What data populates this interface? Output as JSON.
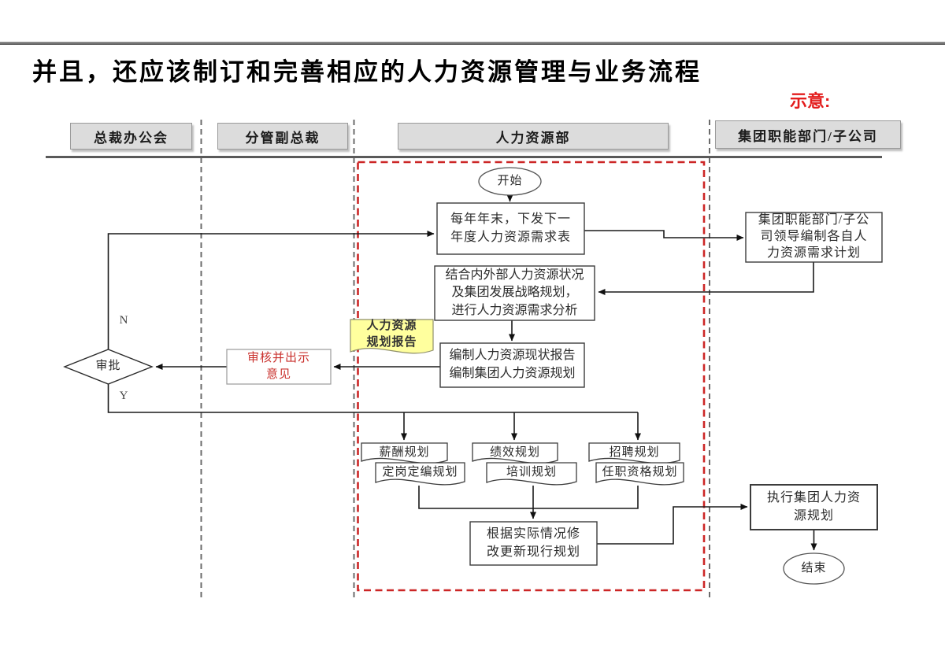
{
  "page": {
    "title": "并且，还应该制订和完善相应的人力资源管理与业务流程",
    "annotation": "示意:"
  },
  "lanes": [
    {
      "label": "总裁办公会"
    },
    {
      "label": "分管副总裁"
    },
    {
      "label": "人力资源部"
    },
    {
      "label": "集团职能部门/子公司"
    }
  ],
  "nodes": {
    "start": {
      "label": "开始",
      "shape": "oval"
    },
    "issue_demand_form": {
      "label": "每年年末，下发下一\n年度人力资源需求表",
      "shape": "rect"
    },
    "subsidiary_demand_plan": {
      "label": "集团职能部门/子公\n司领导编制各自人\n力资源需求计划",
      "shape": "rect"
    },
    "demand_analysis": {
      "label": "结合内外部人力资源状况\n及集团发展战略规划，\n进行人力资源需求分析",
      "shape": "rect"
    },
    "hr_plan_report_note": {
      "label": "人力资源\n规划报告",
      "shape": "document"
    },
    "compile_reports": {
      "label": "编制人力资源现状报告\n编制集团人力资源规划",
      "shape": "rect"
    },
    "review_opinion": {
      "label": "审核并出示\n意见",
      "shape": "rect"
    },
    "approval": {
      "label": "审批",
      "shape": "diamond"
    },
    "salary_plan": {
      "label": "薪酬规划",
      "shape": "document"
    },
    "staffing_plan": {
      "label": "定岗定编规划",
      "shape": "document"
    },
    "performance_plan": {
      "label": "绩效规划",
      "shape": "document"
    },
    "training_plan": {
      "label": "培训规划",
      "shape": "document"
    },
    "recruitment_plan": {
      "label": "招聘规划",
      "shape": "document"
    },
    "qualification_plan": {
      "label": "任职资格规划",
      "shape": "document"
    },
    "revise_update_plan": {
      "label": "根据实际情况修\n改更新现行规划",
      "shape": "rect"
    },
    "execute_group_plan": {
      "label": "执行集团人力资\n源规划",
      "shape": "rect"
    },
    "end": {
      "label": "结束",
      "shape": "oval"
    }
  },
  "edge_labels": {
    "no": "N",
    "yes": "Y"
  },
  "colors": {
    "title_text": "#000000",
    "annotation_text": "#e31c1c",
    "review_text": "#c9302c",
    "note_fill": "#ffff9e",
    "lane_header_fill": "#dcdcdc",
    "hr_scope_dashed": "#cc2626",
    "lane_divider_dashed": "#6b6b6b",
    "connector": "#1a1a1a"
  }
}
